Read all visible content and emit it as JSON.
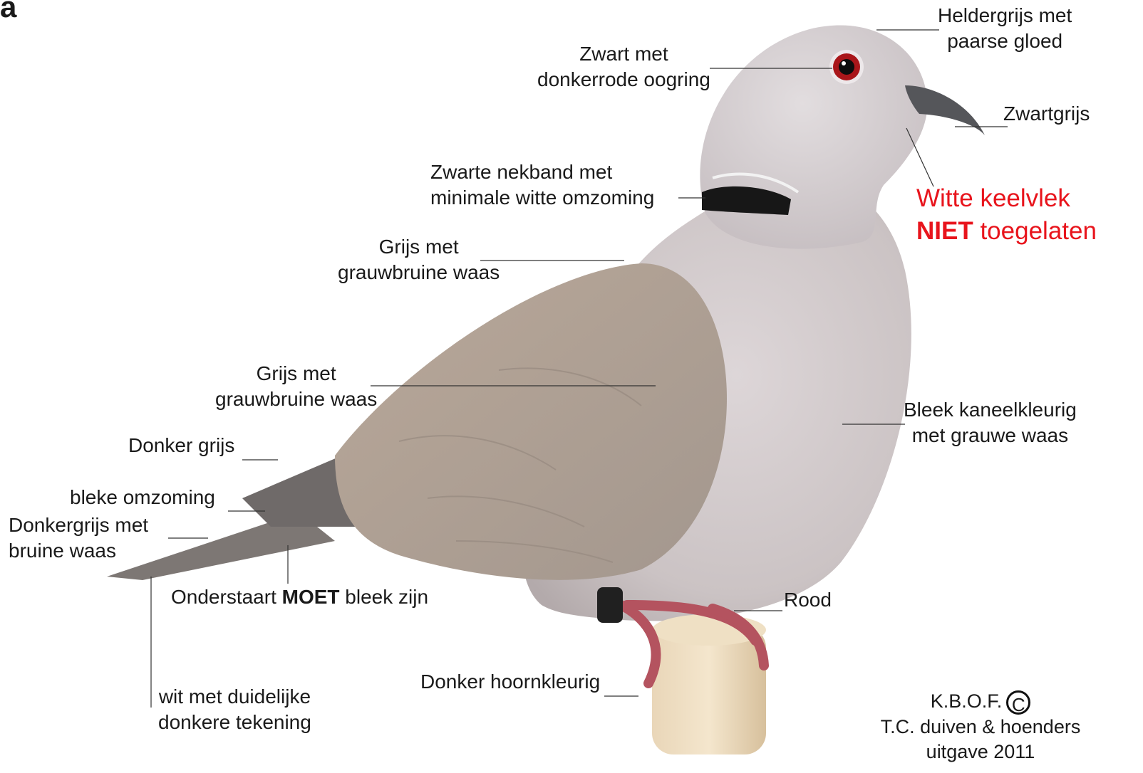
{
  "corner_letter": "a",
  "labels": {
    "head": [
      "Heldergrijs met",
      "paarse gloed"
    ],
    "eye": [
      "Zwart met",
      "donkerrode oogring"
    ],
    "beak": "Zwartgrijs",
    "neckband": [
      "Zwarte nekband met",
      "minimale witte omzoming"
    ],
    "throat_warning": {
      "line1": "Witte keelvlek",
      "line2_bold": "NIET",
      "line2_rest": " toegelaten",
      "color": "#e8141c"
    },
    "mantle": [
      "Grijs met",
      "grauwbruine waas"
    ],
    "wing": [
      "Grijs met",
      "grauwbruine waas"
    ],
    "breast": [
      "Bleek kaneelkleurig",
      "met grauwe waas"
    ],
    "primaries": "Donker grijs",
    "edging": "bleke omzoming",
    "tail": [
      "Donkergrijs met",
      "bruine waas"
    ],
    "undertail": {
      "pre": "Onderstaart ",
      "bold": "MOET",
      "post": " bleek zijn"
    },
    "legs": "Rood",
    "claws": "Donker hoornkleurig",
    "tail_underside": [
      "wit met duidelijke",
      "donkere tekening"
    ]
  },
  "credit": {
    "line1": "K.B.O.F.",
    "symbol": "C",
    "line2": "T.C. duiven & hoenders",
    "line3": "uitgave 2011"
  }
}
